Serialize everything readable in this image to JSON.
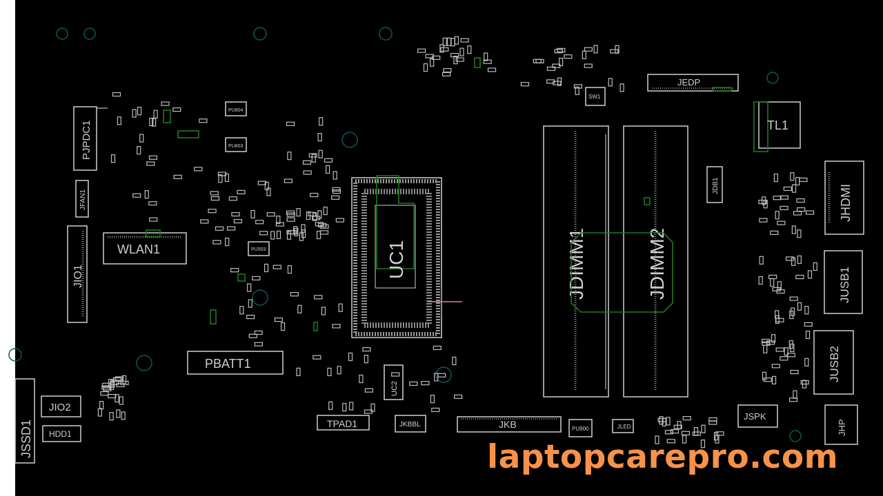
{
  "board": {
    "components": {
      "pjpdc1": "PJPDC1",
      "jfan1": "JFAN1",
      "jio1": "JIO1",
      "wlan1": "WLAN1",
      "pbatt1": "PBATT1",
      "jssd1": "JSSD1",
      "jio2": "JIO2",
      "hdd1": "HDD1",
      "tpad1": "TPAD1",
      "jkbbl": "JKBBL",
      "jkb": "JKB",
      "pu900": "PU900",
      "jled": "JLED",
      "uc1": "UC1",
      "uc2": "UC2",
      "jdimm1": "JDIMM1",
      "jdimm2": "JDIMM2",
      "jedp": "JEDP",
      "sw1": "SW1",
      "tl1": "TL1",
      "jdb1": "JDB1",
      "jhdmi": "JHDMI",
      "jusb1": "JUSB1",
      "jusb2": "JUSB2",
      "jspk": "JSPK",
      "jhp": "JHP",
      "pu804": "PU804",
      "pu803": "PU803",
      "pu503": "PU503"
    },
    "colors": {
      "outline": "#cfcfcf",
      "keepout": "#1f7a1f",
      "hole": "#0e5a55",
      "watermark": "#f7924a"
    }
  },
  "watermark": "laptopcarepro.com"
}
